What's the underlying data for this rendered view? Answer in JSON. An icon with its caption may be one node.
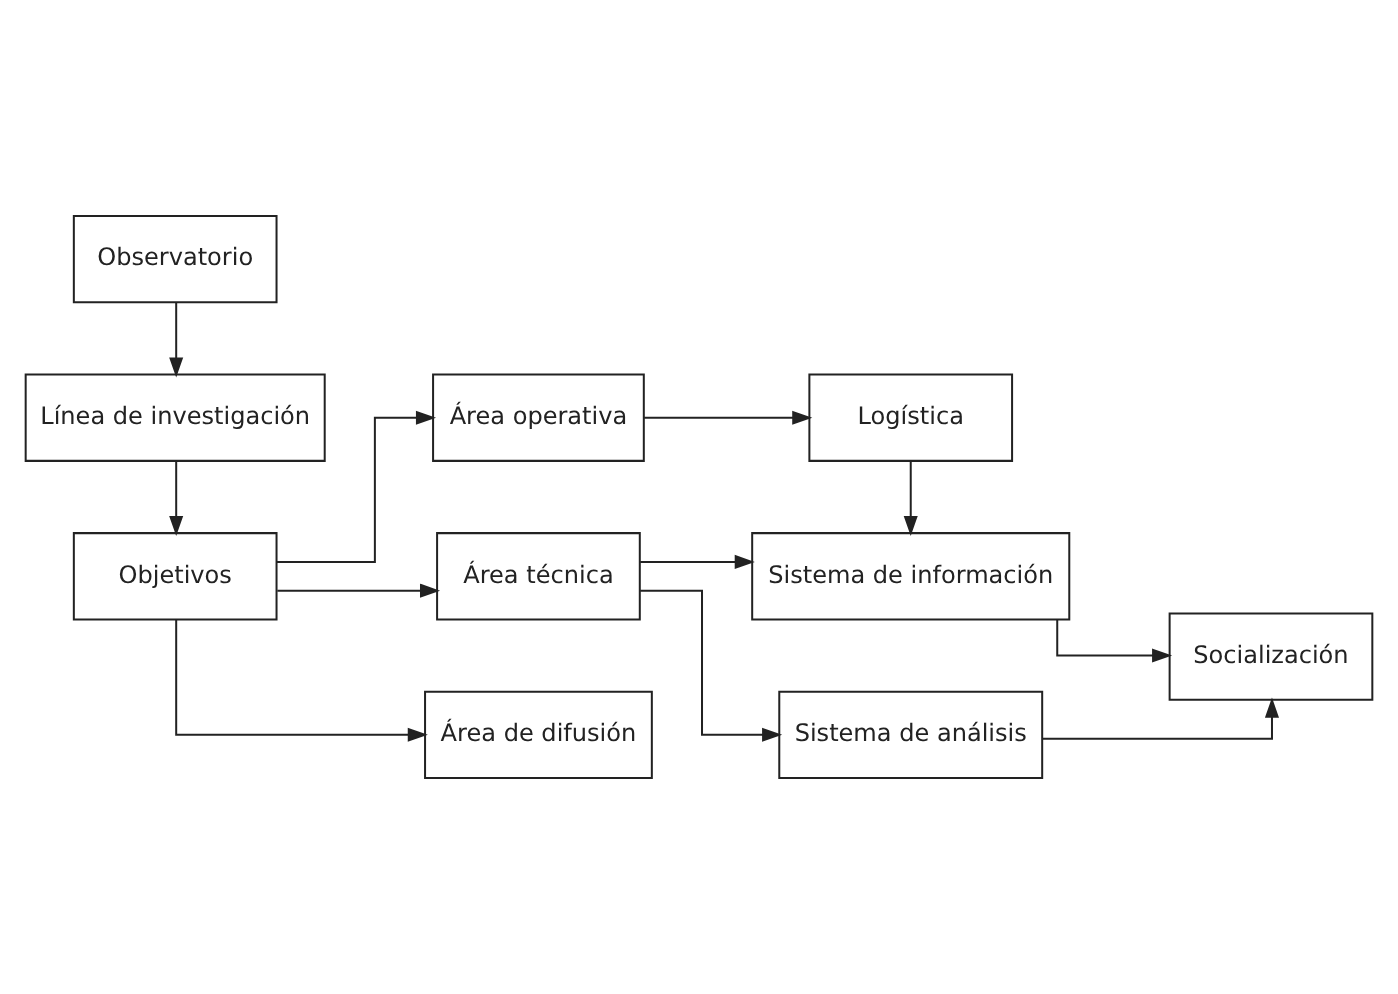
{
  "diagram": {
    "nodes": [
      {
        "text": [
          "Observatorio"
        ]
      },
      {
        "text": [
          "Línea de investigación"
        ]
      },
      {
        "text": [
          "Objetivos"
        ]
      },
      {
        "text": [
          "Área operativa"
        ]
      },
      {
        "text": [
          "Área técnica"
        ]
      },
      {
        "text": [
          "Área de difusión"
        ]
      },
      {
        "text": [
          "Logística"
        ]
      },
      {
        "text": [
          "Sistema de información"
        ]
      },
      {
        "text": [
          "Sistema de análisis"
        ]
      },
      {
        "text": [
          "Socialización"
        ]
      }
    ],
    "edges": [
      {
        "from": 0,
        "to": 1,
        "arrow": "to"
      },
      {
        "from": 1,
        "to": 2,
        "arrow": "to"
      },
      {
        "from": 2,
        "to": 3,
        "arrow": "to"
      },
      {
        "from": 2,
        "to": 4,
        "arrow": "to"
      },
      {
        "from": 2,
        "to": 5,
        "arrow": "to"
      },
      {
        "from": 3,
        "to": 6,
        "arrow": "to"
      },
      {
        "from": 6,
        "to": 7,
        "arrow": "to"
      },
      {
        "from": 4,
        "to": 7,
        "arrow": "to"
      },
      {
        "from": 4,
        "to": 8,
        "arrow": "to"
      },
      {
        "from": 7,
        "to": 9,
        "arrow": "to"
      },
      {
        "from": 8,
        "to": 9,
        "arrow": "to"
      }
    ]
  }
}
